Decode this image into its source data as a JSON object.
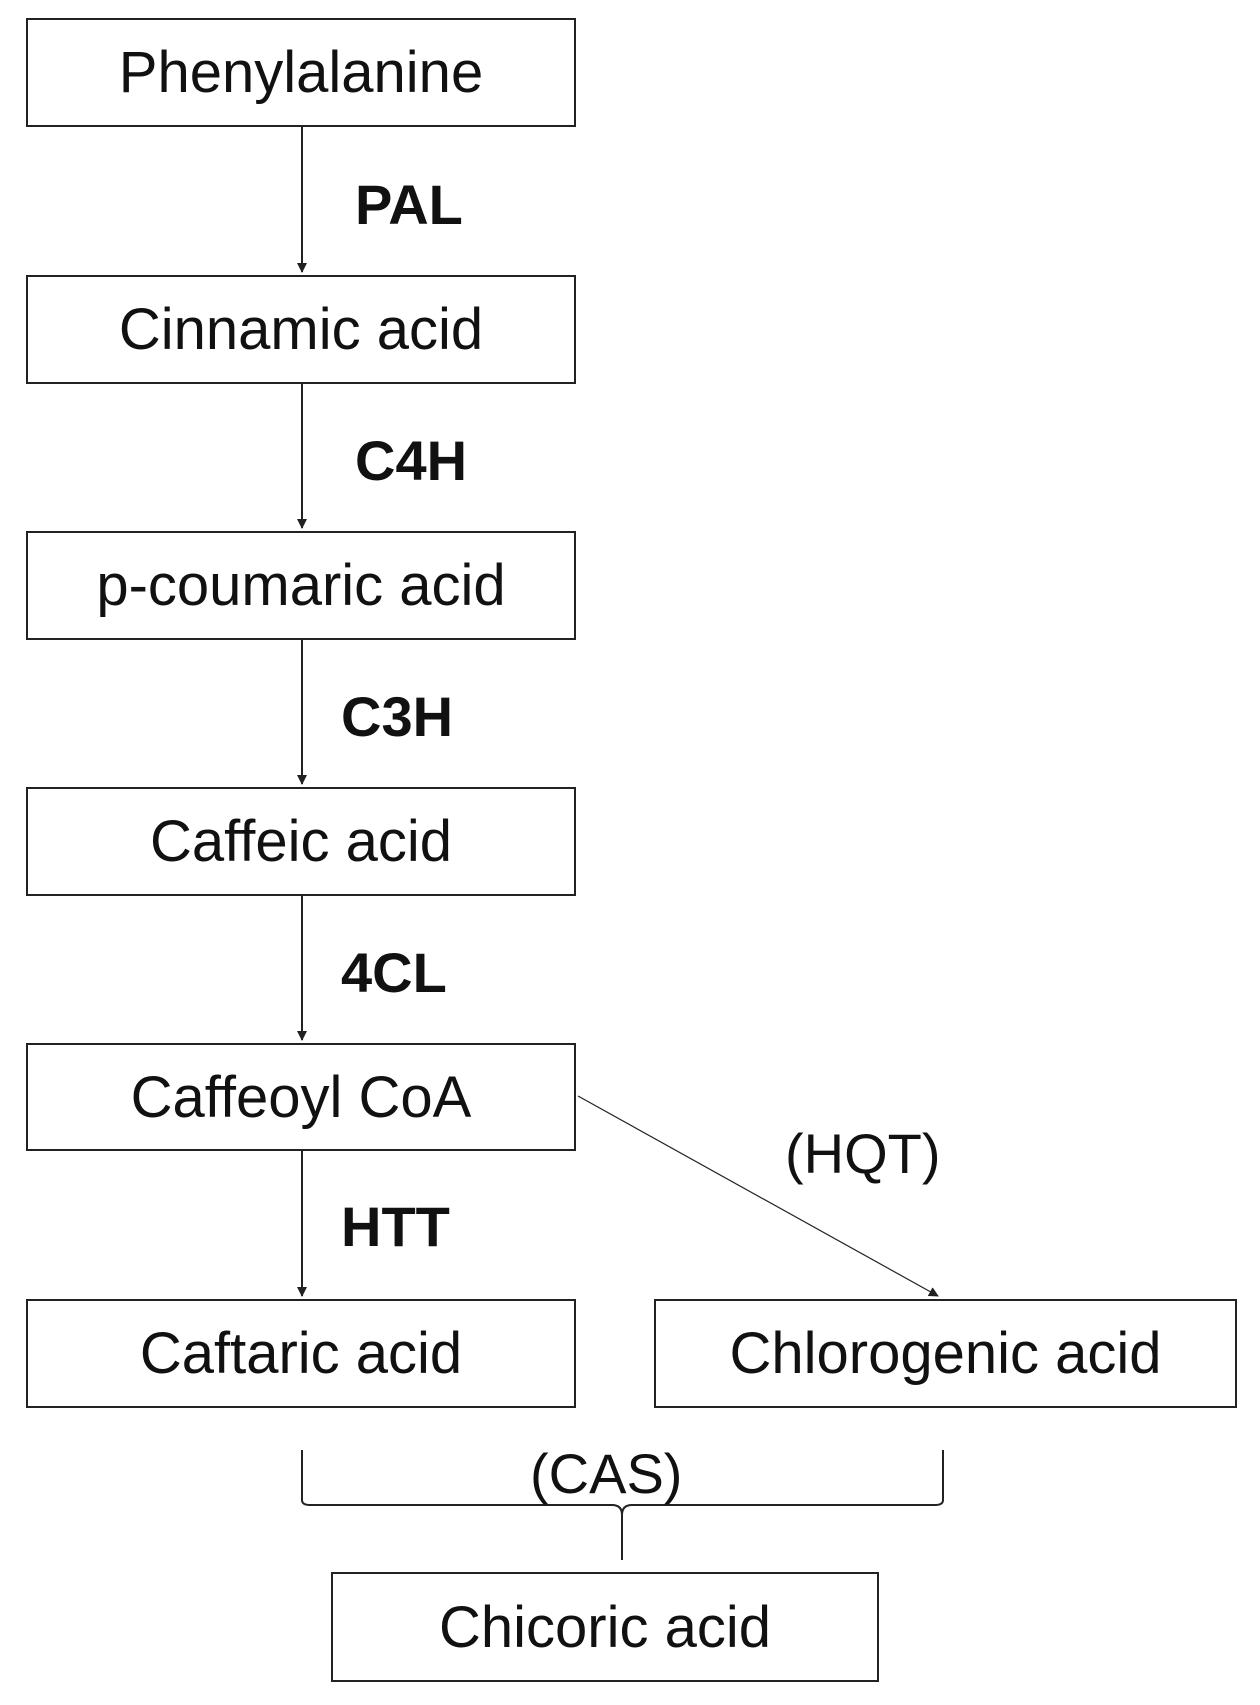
{
  "nodes": {
    "phenylalanine": "Phenylalanine",
    "cinnamic": "Cinnamic acid",
    "coumaric": "p-coumaric acid",
    "caffeic": "Caffeic acid",
    "caffeoyl": "Caffeoyl CoA",
    "caftaric": "Caftaric acid",
    "chlorogenic": "Chlorogenic acid",
    "chicoric": "Chicoric acid"
  },
  "enzymes": {
    "pal": "PAL",
    "c4h": "C4H",
    "c3h": "C3H",
    "cl4": "4CL",
    "htt": "HTT",
    "hqt": "(HQT)",
    "cas": "(CAS)"
  },
  "colors": {
    "line": "#222222",
    "text": "#111111",
    "background": "#ffffff"
  }
}
